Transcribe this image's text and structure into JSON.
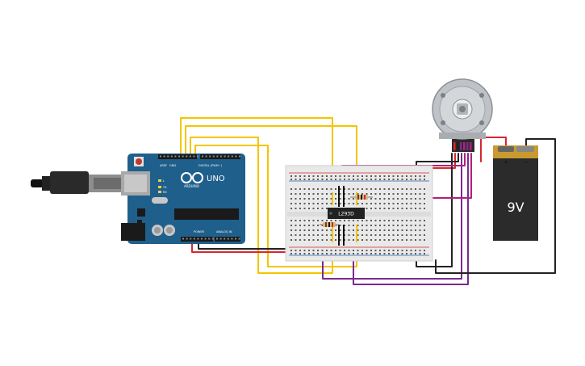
{
  "arduino": {
    "model": "UNO",
    "brand": "ARDUINO",
    "header_digital": "DIGITAL (PWM~)",
    "header_power": "POWER",
    "header_analog": "ANALOG IN",
    "label_aref": "AREF",
    "label_gnd": "GND",
    "label_tx": "TX",
    "label_rx": "RX",
    "label_l": "L"
  },
  "driver_chip": {
    "label": "L293D"
  },
  "battery": {
    "label": "9V",
    "plus": "+",
    "minus": "−"
  },
  "colors": {
    "board": "#1f5f8b",
    "breadboard": "#e9e9e9",
    "wire_yellow": "#f2c500",
    "wire_red": "#d9262e",
    "wire_black": "#222222",
    "wire_purple": "#7b2a8e",
    "wire_magenta": "#b0207e",
    "battery_body": "#2b2b2b",
    "battery_cap": "#c99a2e",
    "motor_silver": "#bfc3c7"
  }
}
